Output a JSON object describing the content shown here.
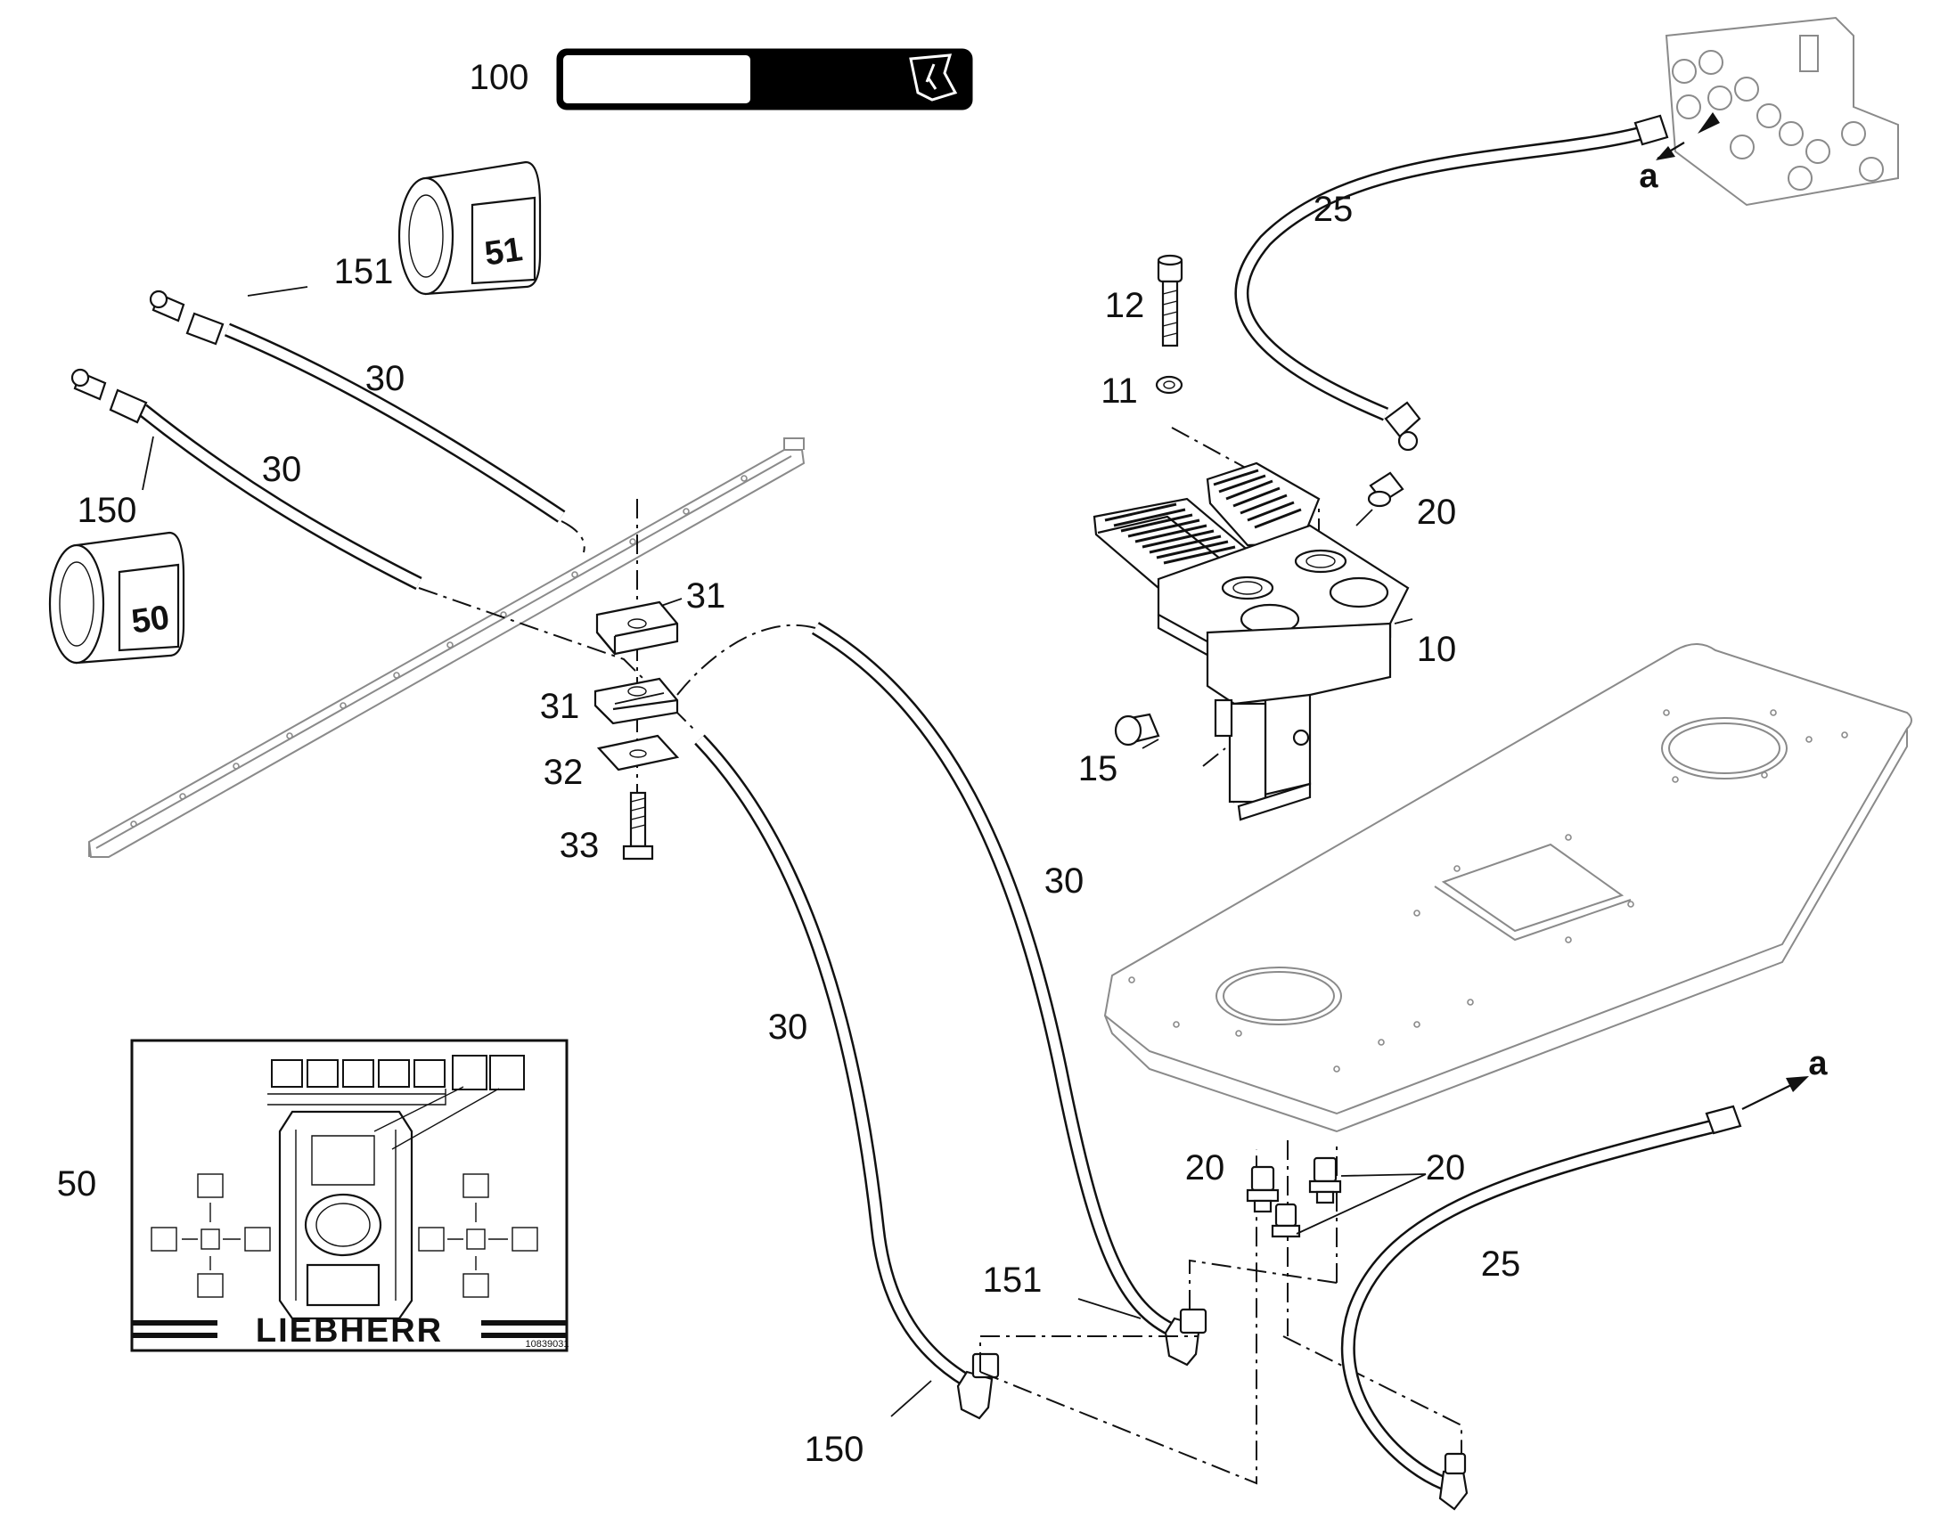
{
  "labels": {
    "p100": "100",
    "p151a": "151",
    "p30a": "30",
    "p30b": "30",
    "p150a": "150",
    "p31a": "31",
    "p31b": "31",
    "p32": "32",
    "p33": "33",
    "p12": "12",
    "p11": "11",
    "p25a": "25",
    "p20a": "20",
    "p10": "10",
    "p15": "15",
    "p30c": "30",
    "p30d": "30",
    "p151b": "151",
    "p150b": "150",
    "p20b": "20",
    "p20c": "20",
    "p25b": "25",
    "p50": "50",
    "arrow_a1": "a",
    "arrow_a2": "a"
  },
  "tags": {
    "tag51": "51",
    "tag50": "50"
  },
  "decal": {
    "brand": "LIEBHERR",
    "code": "10839031"
  },
  "colors": {
    "line": "#111111",
    "background": "#ffffff",
    "greyed_part": "#8a8a8a"
  }
}
